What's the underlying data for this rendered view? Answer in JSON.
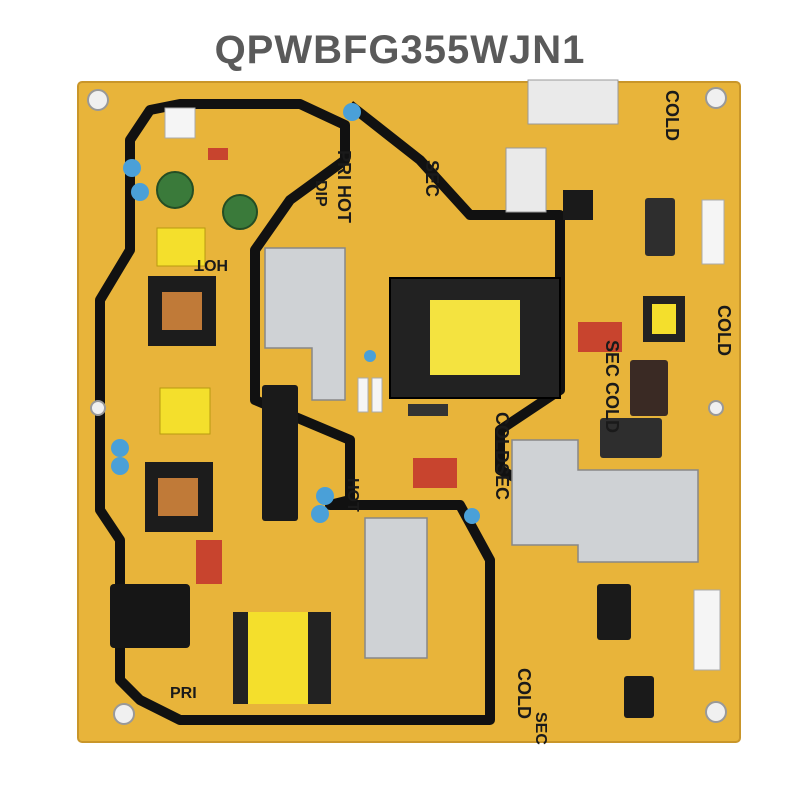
{
  "title": "QPWBFG355WJN1",
  "board": {
    "color": "#e8b43a",
    "trace_color": "#111111",
    "labels": {
      "cold_top": "COLD",
      "cold_right": "COLD",
      "cold_bottom": "COLD",
      "sec_top": "SEC",
      "sec_cold": "SEC COLD",
      "cold_sec": "COLDSEC",
      "sec_bottom": "SEC",
      "hot_left": "HOT",
      "pri_hot": "PRI HOT",
      "dip": "DIP",
      "hot_mid": "HOT",
      "pri_bottom": "PRI"
    }
  }
}
